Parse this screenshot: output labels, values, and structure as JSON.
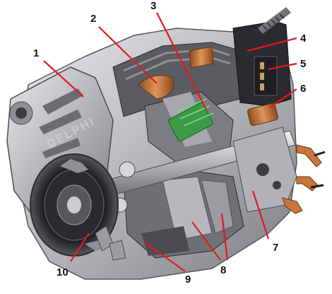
{
  "brand": "DELPHI",
  "colors": {
    "housing": "#b9bbc0",
    "copper": "#c8763a",
    "green": "#3a9a45",
    "dark": "#1e1e22",
    "leader": "#e21a1a"
  },
  "labels": {
    "n1": "1",
    "n2": "2",
    "n3": "3",
    "n4": "4",
    "n5": "5",
    "n6": "6",
    "n7": "7",
    "n8": "8",
    "n9": "9",
    "n10": "10"
  }
}
